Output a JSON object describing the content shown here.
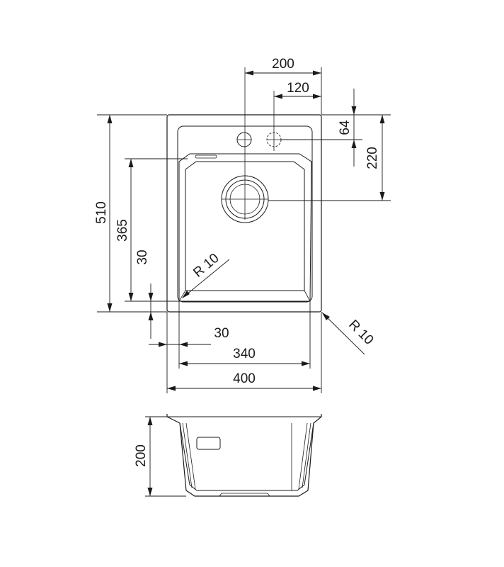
{
  "dimensions": {
    "tap_offset": "200",
    "tap_hole_offset": "120",
    "tap_depth": "64",
    "drain_depth": "220",
    "overall_length": "510",
    "bowl_length": "365",
    "rim_front": "30",
    "rim_side": "30",
    "bowl_width": "340",
    "overall_width": "400",
    "bowl_depth": "200",
    "inner_radius": "R 10",
    "outer_radius": "R 10"
  },
  "colors": {
    "line": "#1a1a1a",
    "background": "#ffffff"
  }
}
